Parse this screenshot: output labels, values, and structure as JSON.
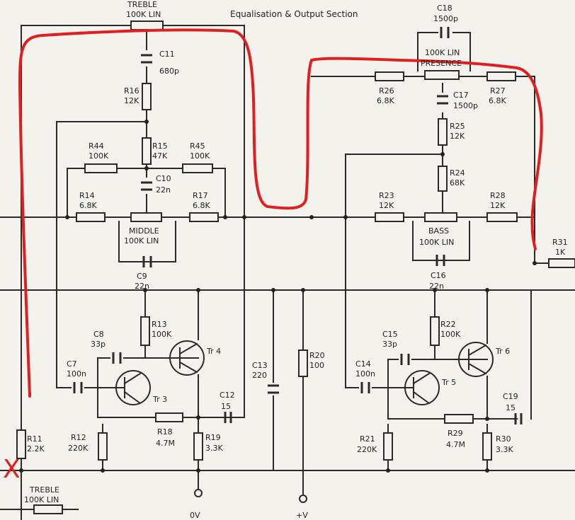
{
  "title": "Equalisation & Output Section",
  "controls": {
    "treble_top": "TREBLE",
    "treble_top_value": "100K LIN",
    "presence": "PRESENCE",
    "presence_value": "100K LIN",
    "middle": "MIDDLE",
    "middle_value": "100K LIN",
    "bass": "BASS",
    "bass_value": "100K LIN",
    "treble_bottom": "TREBLE",
    "treble_bottom_value": "100K LIN"
  },
  "components": {
    "C11": "C11",
    "C11_v": "680p",
    "R16": "R16",
    "R16_v": "12K",
    "R15": "R15",
    "R15_v": "47K",
    "R44": "R44",
    "R44_v": "100K",
    "R45": "R45",
    "R45_v": "100K",
    "C10": "C10",
    "C10_v": "22n",
    "R14": "R14",
    "R14_v": "6.8K",
    "R17": "R17",
    "R17_v": "6.8K",
    "C9": "C9",
    "C9_v": "22n",
    "C18": "C18",
    "C18_v": "1500p",
    "R26": "R26",
    "R26_v": "6.8K",
    "R27": "R27",
    "R27_v": "6.8K",
    "C17": "C17",
    "C17_v": "1500p",
    "R25": "R25",
    "R25_v": "12K",
    "R24": "R24",
    "R24_v": "68K",
    "R23": "R23",
    "R23_v": "12K",
    "R28": "R28",
    "R28_v": "12K",
    "C16": "C16",
    "C16_v": "22n",
    "R31": "R31",
    "R31_v": "1K",
    "C8": "C8",
    "C8_v": "33p",
    "R13": "R13",
    "R13_v": "100K",
    "Tr4": "Tr 4",
    "C7": "C7",
    "C7_v": "100n",
    "Tr3": "Tr 3",
    "R12": "R12",
    "R12_v": "220K",
    "R18": "R18",
    "R18_v": "4.7M",
    "R19": "R19",
    "R19_v": "3.3K",
    "C12": "C12",
    "C12_v": "15",
    "C13": "C13",
    "C13_v": "220",
    "R20": "R20",
    "R20_v": "100",
    "C15": "C15",
    "C15_v": "33p",
    "R22": "R22",
    "R22_v": "100K",
    "Tr6": "Tr 6",
    "C14": "C14",
    "C14_v": "100n",
    "Tr5": "Tr 5",
    "R21": "R21",
    "R21_v": "220K",
    "R29": "R29",
    "R29_v": "4.7M",
    "R30": "R30",
    "R30_v": "3.3K",
    "C19": "C19",
    "C19_v": "15",
    "R11": "R11",
    "R11_v": "2.2K"
  },
  "rails": {
    "ov": "0V",
    "vplus": "+V"
  },
  "annotation": {
    "color": "#e02020",
    "mark": "X"
  }
}
